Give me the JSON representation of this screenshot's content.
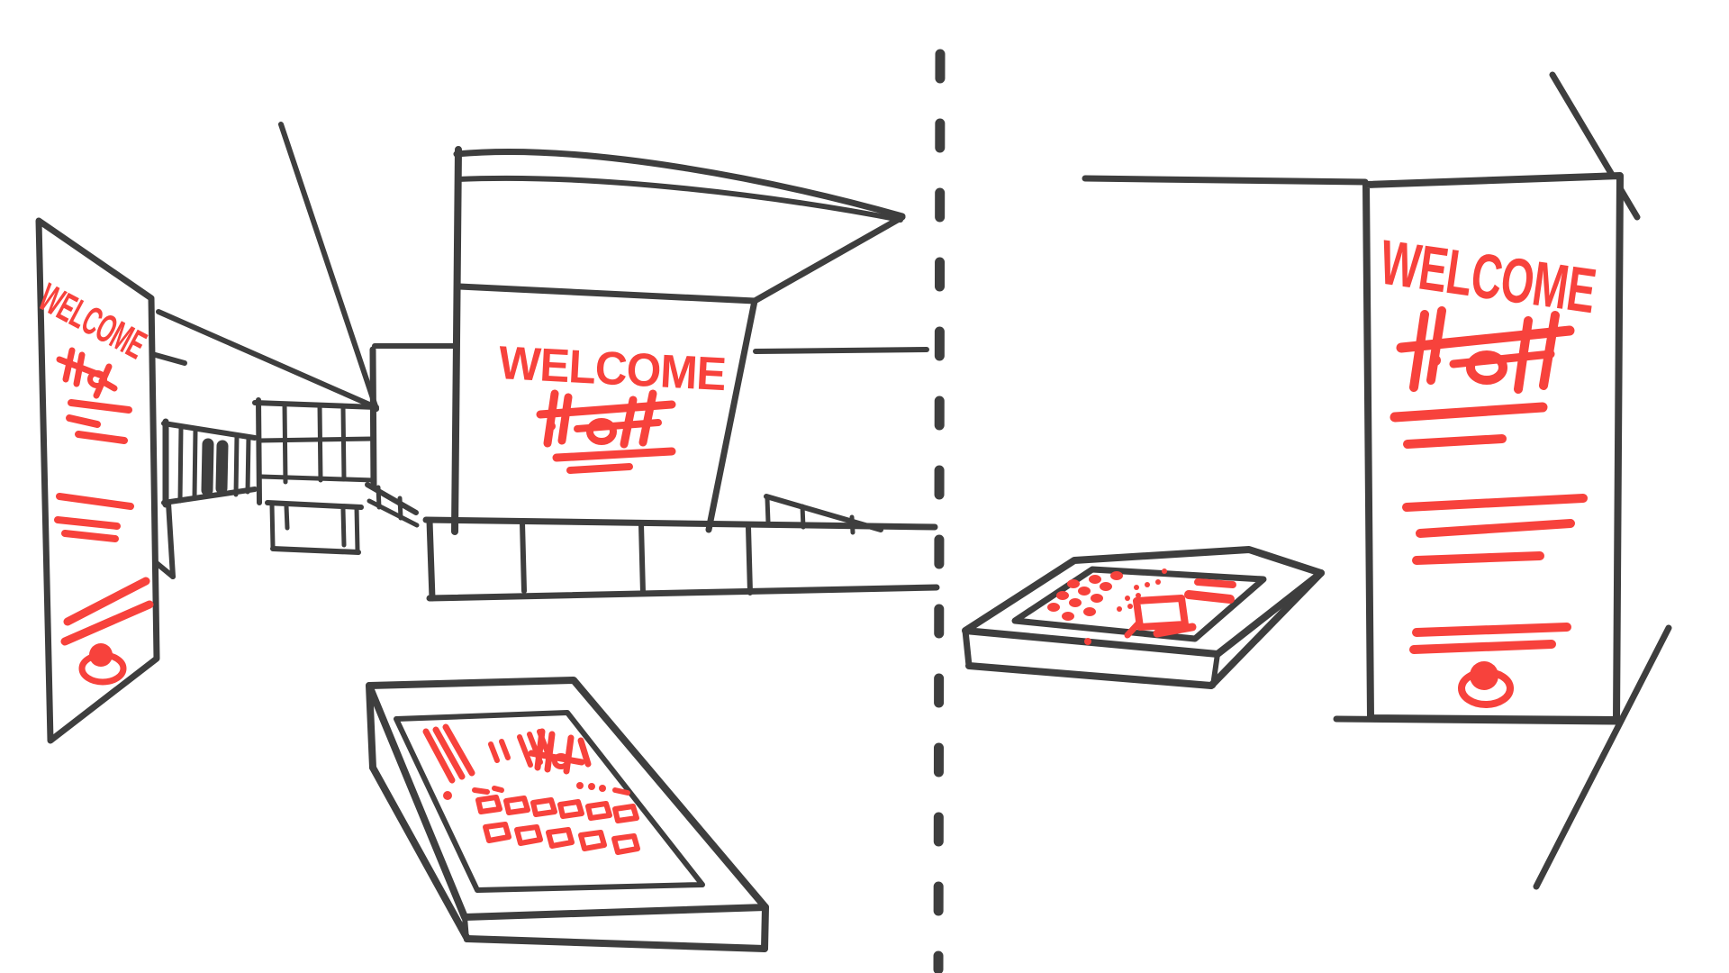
{
  "scene": {
    "background": "#ffffff",
    "ink": "#3e3e3e",
    "accent": "#f7423c",
    "divider_style": "dashed"
  },
  "left_view": {
    "standing_sign": {
      "headline": "WELCOME"
    },
    "wall_sign": {
      "headline": "WELCOME"
    }
  },
  "right_view": {
    "panel_sign": {
      "headline": "WELCOME"
    }
  }
}
